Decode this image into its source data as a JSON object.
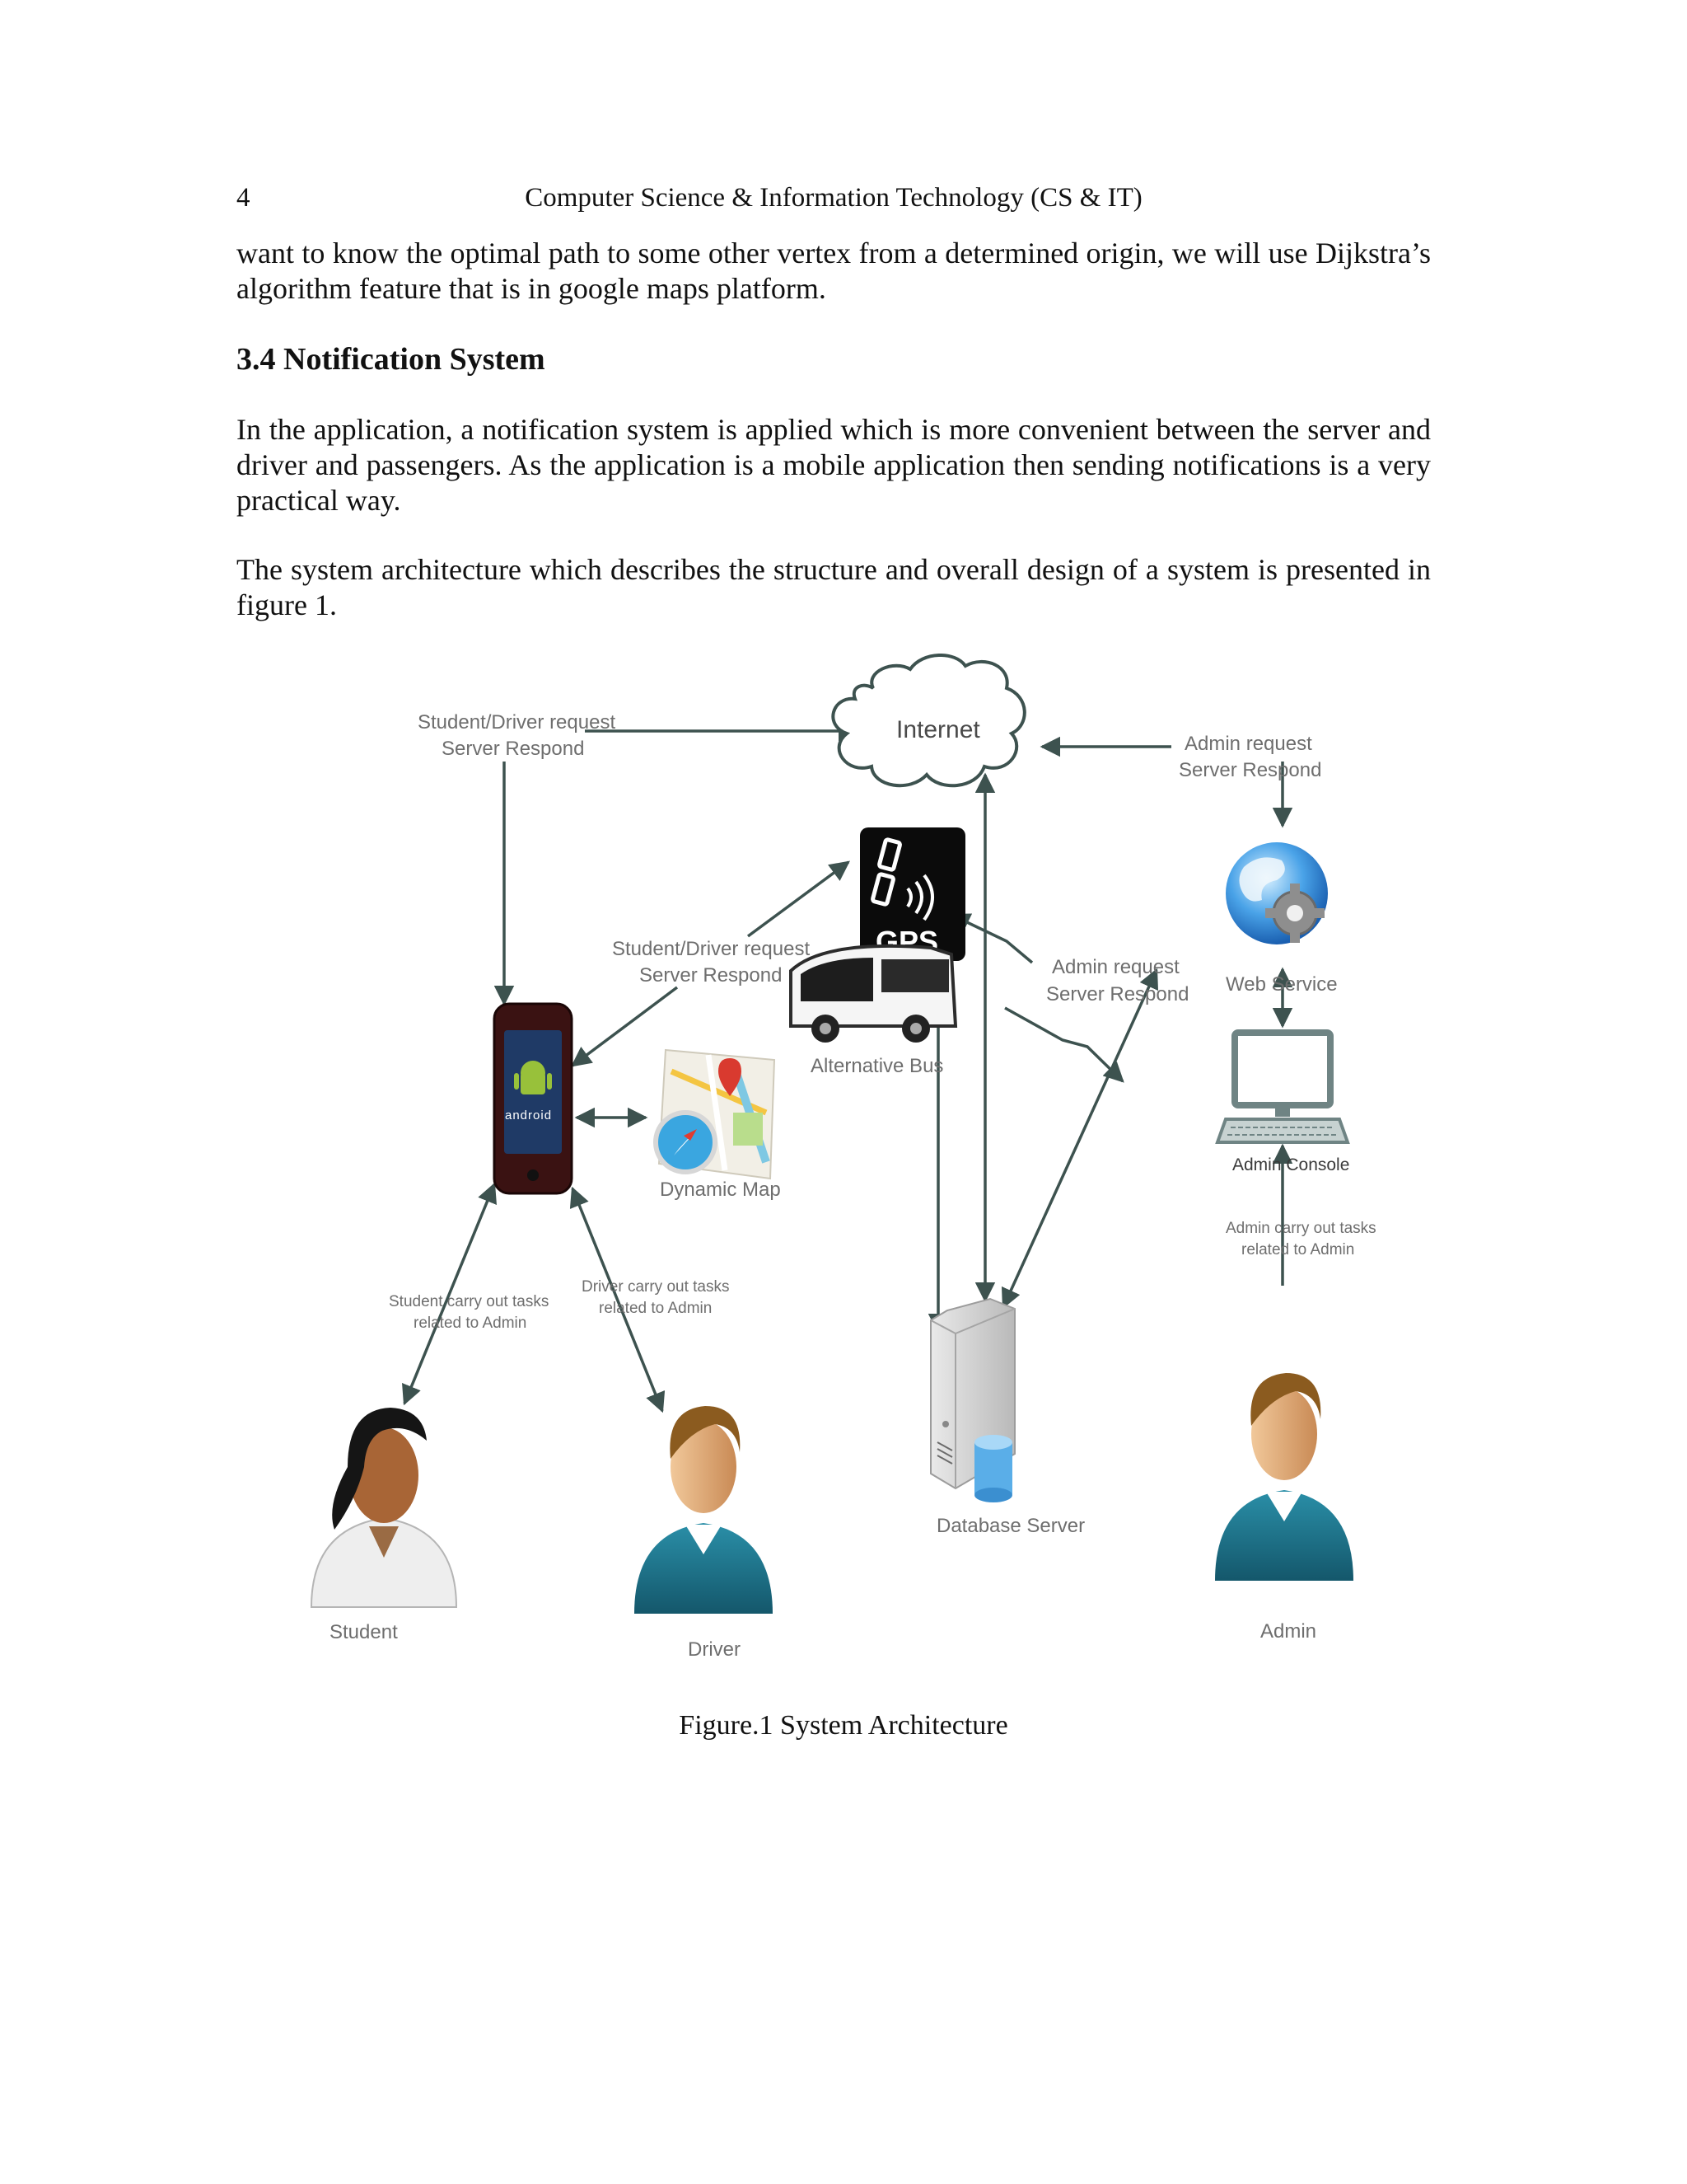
{
  "header": {
    "page_number": "4",
    "journal": "Computer Science & Information Technology (CS & IT)"
  },
  "body": {
    "para1": "want to know the optimal path to some other vertex from a determined origin, we will use Dijkstra’s algorithm feature that is in google maps platform.",
    "heading": "3.4 Notification System",
    "para2": "In the application, a notification system is applied which is more convenient between the server and driver and passengers. As the application is a mobile application then sending notifications is a very practical way.",
    "para3": "The system architecture which describes the structure and overall design of a system is presented in figure 1."
  },
  "figure": {
    "internet": "Internet",
    "sd_request_top_1": "Student/Driver request",
    "sd_request_top_2": "Server Respond",
    "admin_request_top_1": "Admin request",
    "admin_request_top_2": "Server Respond",
    "gps": "GPS",
    "sd_request_mid_1": "Student/Driver request",
    "sd_request_mid_2": "Server Respond",
    "admin_request_mid_1": "Admin request",
    "admin_request_mid_2": "Server Respond",
    "web_service": "Web Service",
    "android": "android",
    "alternative_bus": "Alternative Bus",
    "dynamic_map": "Dynamic Map",
    "admin_console": "Admin Console",
    "admin_tasks_1": "Admin carry out tasks",
    "admin_tasks_2": "related to Admin",
    "student_tasks_1": "Student carry out tasks",
    "student_tasks_2": "related to Admin",
    "driver_tasks_1": "Driver carry out tasks",
    "driver_tasks_2": "related to Admin",
    "database_server": "Database Server",
    "student": "Student",
    "driver": "Driver",
    "admin": "Admin",
    "caption": "Figure.1 System Architecture"
  }
}
